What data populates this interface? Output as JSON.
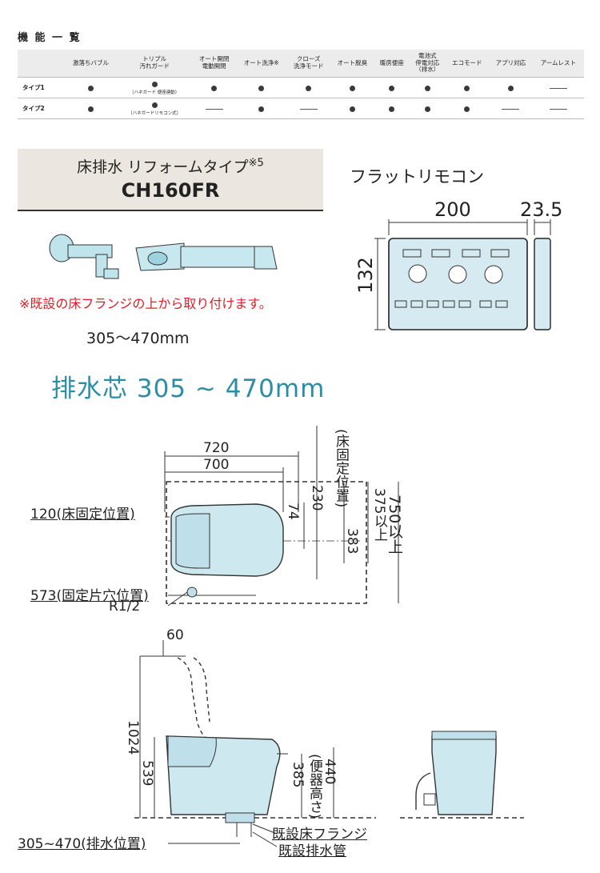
{
  "features": {
    "title": "機 能 一 覧",
    "columns": [
      "激落ちバブル",
      "トリプル\n汚れガード",
      "オート開閉\n電動開閉",
      "オート洗浄※",
      "クローズ\n洗浄モード",
      "オート脱臭",
      "暖房便座",
      "電池式\n停電対応\n（排水）",
      "エコモード",
      "アプリ対応",
      "アームレスト"
    ],
    "rows": [
      {
        "label": "タイプ1",
        "note": "（ハネガード 便座連動）",
        "cells": [
          "dot",
          "dot_note",
          "dot",
          "dot",
          "dot",
          "dot",
          "dot",
          "dot",
          "dot",
          "dot",
          "dash"
        ]
      },
      {
        "label": "タイプ2",
        "note": "（ハネガードリモコン式）",
        "cells": [
          "dot",
          "dot_note",
          "dash",
          "dot",
          "dash",
          "dot",
          "dot",
          "dot",
          "dot",
          "dash",
          "dash"
        ]
      }
    ]
  },
  "model": {
    "subtitle": "床排水 リフォームタイプ",
    "subtitle_note": "※5",
    "code": "CH160FR",
    "reform_note": "※既設の床フランジの上から取り付けます。",
    "range": "305〜470mm",
    "accent_color": "#e01c25"
  },
  "remote": {
    "title": "フラットリモコン",
    "width": "200",
    "depth": "23.5",
    "height": "132"
  },
  "drain": {
    "title": "排水芯 305 ~ 470mm",
    "color": "#2a8fa6"
  },
  "top_view": {
    "dim_720": "720",
    "dim_700": "700",
    "label_120": "120(床固定位置)",
    "label_573": "573(固定片穴位置)",
    "label_r12": "R1/2",
    "dim_74": "74",
    "dim_230": "230",
    "dim_230_note": "(床固定位置)",
    "dim_383": "383",
    "dim_375": "375以上",
    "dim_750": "750以上"
  },
  "side_view": {
    "dim_60": "60",
    "dim_1024": "1024",
    "dim_539": "539",
    "dim_385": "385",
    "dim_385_note": "(便器高さ)",
    "dim_440": "440",
    "label_drain_pos": "305~470(排水位置)",
    "label_flange": "既設床フランジ",
    "label_pipe": "既設排水管"
  }
}
